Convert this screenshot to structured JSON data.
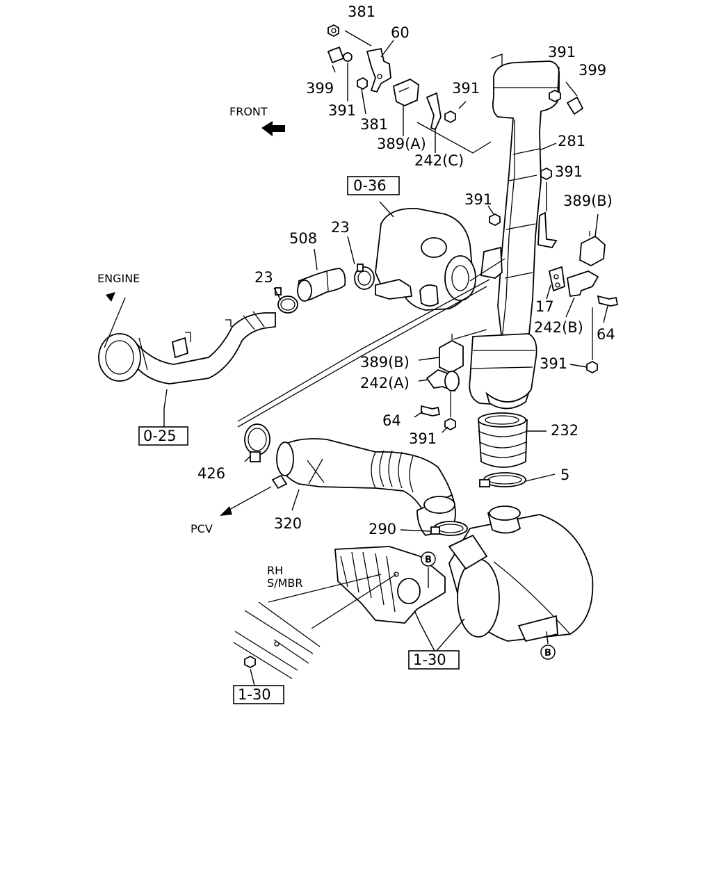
{
  "callouts": {
    "c381a": "381",
    "c60": "60",
    "c399a": "399",
    "c391a": "391",
    "c381b": "381",
    "c389A": "389(A)",
    "c391b": "391",
    "c242C": "242(C)",
    "c391c": "391",
    "c399b": "399",
    "c281": "281",
    "c391d": "391",
    "c391e": "391",
    "c389B_top": "389(B)",
    "c508": "508",
    "c23a": "23",
    "c23b": "23",
    "c17": "17",
    "c242B": "242(B)",
    "c64a": "64",
    "c389B_mid": "389(B)",
    "c242A": "242(A)",
    "c391f": "391",
    "c64b": "64",
    "c391g": "391",
    "c232": "232",
    "c5": "5",
    "c426": "426",
    "c320": "320",
    "c290": "290"
  },
  "references": {
    "r036": "0-36",
    "r025": "0-25",
    "r130a": "1-30",
    "r130b": "1-30"
  },
  "notes": {
    "front": "FRONT",
    "engine": "ENGINE",
    "pcv": "PCV",
    "rh": "RH",
    "smbr": "S/MBR"
  },
  "markers": {
    "b1": "B",
    "b2": "B"
  }
}
